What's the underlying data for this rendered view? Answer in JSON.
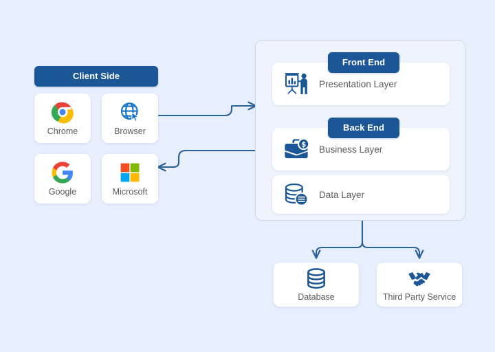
{
  "theme": {
    "background": "#e7eefc",
    "badge_blue": "#1b5796",
    "icon_blue": "#1b5796",
    "connector_blue": "#2b6298",
    "card_white": "#ffffff",
    "panel_fill": "#eef3fd",
    "panel_border": "#cdd6e4",
    "label_gray": "#58585d"
  },
  "client_side": {
    "badge_label": "Client Side",
    "items": [
      {
        "label": "Chrome",
        "icon": "chrome-logo-icon"
      },
      {
        "label": "Browser",
        "icon": "globe-cursor-icon"
      },
      {
        "label": "Google",
        "icon": "google-logo-icon"
      },
      {
        "label": "Microsoft",
        "icon": "microsoft-logo-icon"
      }
    ]
  },
  "server_panel": {
    "front_end_badge": "Front End",
    "back_end_badge": "Back End",
    "layers": [
      {
        "label": "Presentation Layer",
        "icon": "presenter-chart-icon"
      },
      {
        "label": "Business Layer",
        "icon": "briefcase-dollar-icon"
      },
      {
        "label": "Data Layer",
        "icon": "database-list-icon"
      }
    ]
  },
  "bottom_nodes": [
    {
      "label": "Database",
      "icon": "database-cylinder-icon"
    },
    {
      "label": "Third Party Service",
      "icon": "handshake-icon"
    }
  ],
  "connectors": [
    {
      "name": "client-to-server-request",
      "direction": "right"
    },
    {
      "name": "server-to-client-response",
      "direction": "left"
    },
    {
      "name": "data-layer-to-database",
      "direction": "down"
    },
    {
      "name": "data-layer-to-thirdparty",
      "direction": "down"
    }
  ]
}
